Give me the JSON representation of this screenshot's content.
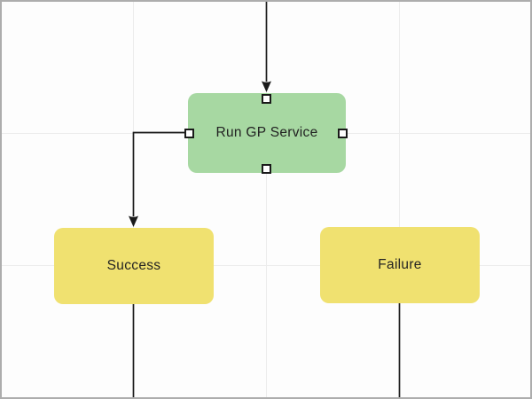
{
  "canvas": {
    "background_color": "#fdfdfd",
    "border_color": "#adadad",
    "grid_color": "#ececec",
    "connector_color": "#1a1a1a",
    "text_color": "#222222",
    "handle_fill": "#ffffff",
    "handle_border_color": "#1a1a1a"
  },
  "nodes": {
    "run_gp_service": {
      "label": "Run GP Service",
      "fill": "#a7d8a2",
      "selected": true
    },
    "success": {
      "label": "Success",
      "fill": "#f0e170",
      "selected": false
    },
    "failure": {
      "label": "Failure",
      "fill": "#f0e170",
      "selected": false
    }
  },
  "connectors": [
    {
      "name": "incoming-to-run-gp-service",
      "arrowhead": true
    },
    {
      "name": "run-gp-service-to-success",
      "arrowhead": true
    },
    {
      "name": "success-outgoing",
      "arrowhead": false
    },
    {
      "name": "failure-outgoing",
      "arrowhead": false
    }
  ]
}
